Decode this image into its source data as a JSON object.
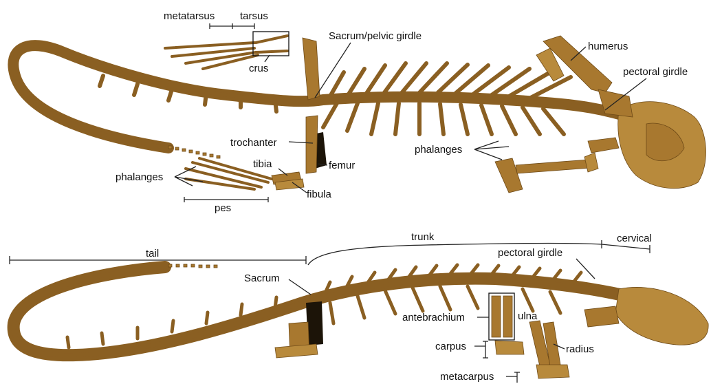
{
  "top_specimen": {
    "labels": {
      "metatarsus": "metatarsus",
      "tarsus": "tarsus",
      "crus": "crus",
      "sacrum_pelvic_girdle": "Sacrum/pelvic girdle",
      "humerus": "humerus",
      "pectoral_girdle": "pectoral girdle",
      "trochanter": "trochanter",
      "femur": "femur",
      "tibia": "tibia",
      "fibula": "fibula",
      "phalanges_left": "phalanges",
      "phalanges_right": "phalanges",
      "pes": "pes"
    }
  },
  "bottom_specimen": {
    "labels": {
      "tail": "tail",
      "trunk": "trunk",
      "cervical": "cervical",
      "pectoral_girdle": "pectoral girdle",
      "sacrum": "Sacrum",
      "antebrachium": "antebrachium",
      "ulna": "ulna",
      "carpus": "carpus",
      "radius": "radius",
      "metacarpus": "metacarpus"
    }
  },
  "colors": {
    "bone": "#a8782f",
    "bone_outline": "#6e4a17",
    "label_text": "#111111"
  }
}
